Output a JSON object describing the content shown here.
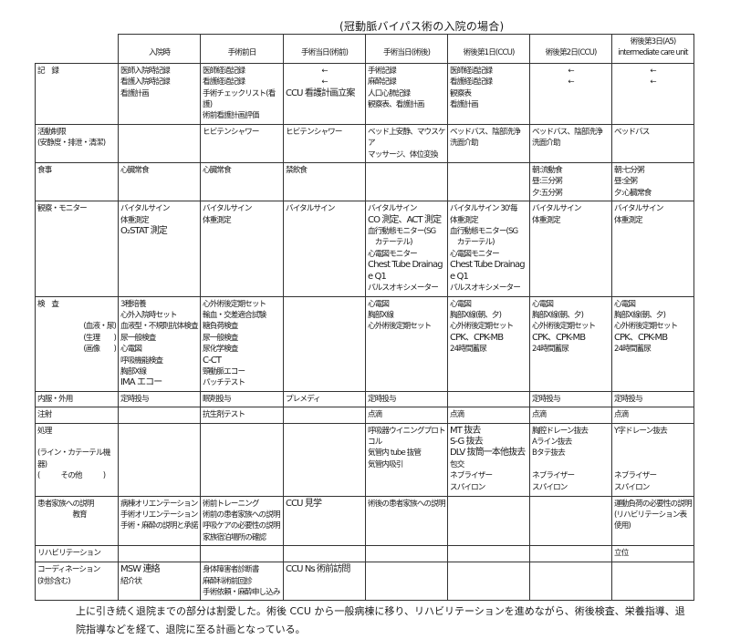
{
  "title": "(冠動脈バイパス術の入院の場合)",
  "headers": [
    [
      "入院時"
    ],
    [
      "手術前日"
    ],
    [
      "手術当日(術前)"
    ],
    [
      "手術当日(術後)"
    ],
    [
      "術後第1日(CCU)"
    ],
    [
      "術後第2日(CCU)"
    ],
    [
      "術後第3日(A5)",
      "intermediate care unit"
    ]
  ],
  "rows": [
    {
      "label": [
        "記　録"
      ],
      "cells": [
        [
          "医師入院時記録",
          "看護入院時記録",
          "看護計画"
        ],
        [
          "医師経過記録",
          "看護経過記録",
          "手術チェックリスト(看護)",
          "術前看護計画評価"
        ],
        [
          "←",
          "←",
          "CCU 看護計画立案"
        ],
        [
          "手術記録",
          "麻酔記録",
          "人口心肺記録",
          "観察表、看護計画"
        ],
        [
          "医師経過記録",
          "看護経過記録",
          "観察表",
          "看護計画"
        ],
        [
          "←",
          "←"
        ],
        [
          "←",
          "←"
        ]
      ]
    },
    {
      "label": [
        "活動制限",
        "(安静度・排泄・清潔)"
      ],
      "cells": [
        [],
        [
          "ヒビテンシャワー"
        ],
        [
          "ヒビテンシャワー"
        ],
        [
          "ベッド上安静、マウスケア",
          "マッサージ、体位変換"
        ],
        [
          "ベッドバス、陰部洗浄",
          "洗面介助"
        ],
        [
          "ベッドバス、陰部洗浄",
          "洗面介助"
        ],
        [
          "ベッドバス"
        ]
      ]
    },
    {
      "label": [
        "食事"
      ],
      "cells": [
        [
          "心臓常食"
        ],
        [
          "心臓常食"
        ],
        [
          "禁飲食"
        ],
        [],
        [],
        [
          "朝:流動食",
          "昼:三分粥",
          "夕:五分粥"
        ],
        [
          "朝:七分粥",
          "昼:全粥",
          "夕:心臓常食"
        ]
      ]
    },
    {
      "label": [
        "観察・モニター"
      ],
      "cells": [
        [
          "バイタルサイン",
          "体重測定",
          "O₂STAT 測定"
        ],
        [
          "バイタルサイン",
          "体重測定"
        ],
        [
          "バイタルサイン"
        ],
        [
          "バイタルサイン",
          "CO 測定、ACT 測定",
          "血行動態モニター(SG",
          "　カテーテル)",
          "心電図モニター",
          "Chest Tube Drainage Q1",
          "パルスオキシメーター"
        ],
        [
          "バイタルサイン 30'毎",
          "体重測定",
          "血行動態モニター(SG",
          "　カテーテル)",
          "心電図モニター",
          "Chest Tube Drainage Q1",
          "パルスオキシメーター"
        ],
        [
          "バイタルサイン",
          "体重測定"
        ],
        [
          "バイタルサイン",
          "体重測定"
        ]
      ]
    },
    {
      "label": [
        "検　査",
        "",
        "(血液・尿)",
        "(生理　　)",
        "(画像　　)"
      ],
      "cells": [
        [
          "3種培養",
          "心外入院時セット",
          "血液型・不規則抗体検査",
          "尿一般検査",
          "心電図",
          "呼吸機能検査",
          "胸部X線",
          "IMA エコー"
        ],
        [
          "心外術後定期セット",
          "輸血・交差適合試験",
          "糖負荷検査",
          "尿一般検査",
          "尿化学検査",
          "C-CT",
          "頸動脈エコー",
          "パッチテスト"
        ],
        [],
        [
          "心電図",
          "胸部X線",
          "心外術後定期セット"
        ],
        [
          "心電図",
          "胸部X線(朝、夕)",
          "心外術後定期セット",
          "CPK、CPK-MB",
          "24時間蓄尿"
        ],
        [
          "心電図",
          "胸部X線(朝、夕)",
          "心外術後定期セット",
          "CPK、CPK-MB",
          "24時間蓄尿"
        ],
        [
          "心電図",
          "胸部X線(朝、夕)",
          "心外術後定期セット",
          "CPK、CPK-MB",
          "24時間蓄尿"
        ]
      ]
    },
    {
      "label": [
        "内服・外用"
      ],
      "cells": [
        [
          "定時投与"
        ],
        [
          "眠剤投与"
        ],
        [
          "プレメディ"
        ],
        [
          "定時投与"
        ],
        [],
        [
          "定時投与"
        ],
        [
          "定時投与"
        ]
      ]
    },
    {
      "label": [
        "注射"
      ],
      "cells": [
        [],
        [
          "抗生剤テスト"
        ],
        [],
        [
          "点滴"
        ],
        [
          "点滴"
        ],
        [
          "点滴"
        ],
        [
          "点滴"
        ]
      ]
    },
    {
      "label": [
        "処理",
        "",
        "(ライン・カテーテル機器)",
        "(　　　その他　　　)"
      ],
      "cells": [
        [],
        [],
        [],
        [
          "呼吸器ウイニングプロト",
          "コル",
          "気管内 tube 抜管",
          "気管内吸引"
        ],
        [
          "MT 抜去",
          "S-G 抜去",
          "DLV 抜筒一本他抜去",
          "包交",
          "ネブライザー",
          "スパイロン"
        ],
        [
          "胸腔ドレーン抜去",
          "Aライン抜去",
          "Bタテ抜去",
          "",
          "ネブライザー",
          "スパイロン"
        ],
        [
          "Y字ドレーン抜去",
          "",
          "",
          "",
          "ネブライザー",
          "スパイロン"
        ]
      ]
    },
    {
      "label": [
        "患者家族への説明",
        "　　　　　教育"
      ],
      "cells": [
        [
          "病棟オリエンテーション",
          "手術オリエンテーション",
          "手術・麻酔の説明と承諾"
        ],
        [
          "術前トレーニング",
          "術前の患者家族への説明",
          "呼吸ケアの必要性の説明",
          "家族宿泊場所の確認"
        ],
        [
          "CCU 見学"
        ],
        [
          "術後の患者家族への説明"
        ],
        [],
        [],
        [
          "運動負荷の必要性の説明",
          "(リハビリテーション表",
          "使用)"
        ]
      ]
    },
    {
      "label": [
        "リハビリテーション"
      ],
      "cells": [
        [],
        [],
        [],
        [],
        [],
        [],
        [
          "立位"
        ]
      ]
    },
    {
      "label": [
        "コーディネーション",
        "(対診含む)"
      ],
      "cells": [
        [
          "MSW 連絡",
          "紹介状"
        ],
        [
          "身体障害者診断書",
          "麻酔科術前回診",
          "手術依頼・麻酔申し込み"
        ],
        [
          "CCU Ns 術前訪問"
        ],
        [],
        [],
        [],
        []
      ]
    }
  ],
  "footer": [
    "上に引き続く退院までの部分は割愛した。術後 CCU から一般病棟に移り、リハビリテーションを進めながら、術後検査、栄養指導、退",
    "院指導などを経て、退院に至る計画となっている。"
  ]
}
